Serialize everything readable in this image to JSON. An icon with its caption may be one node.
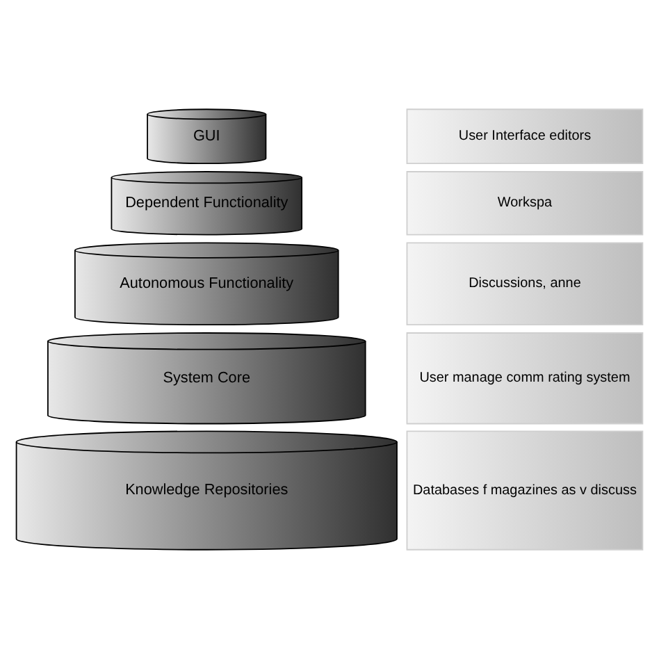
{
  "diagram": {
    "nodes": [
      {
        "text": [
          "GUI"
        ]
      },
      {
        "text": [
          "User Interface editors"
        ]
      },
      {
        "text": [
          "Dependent Functionality"
        ]
      },
      {
        "text": [
          "Workspa"
        ]
      },
      {
        "text": [
          "Autonomous Functionality"
        ]
      },
      {
        "text": [
          "Discussions, anne"
        ]
      },
      {
        "text": [
          "System Core"
        ]
      },
      {
        "text": [
          "User manage comm rating system"
        ]
      },
      {
        "text": [
          "Knowledge Repositories"
        ]
      },
      {
        "text": [
          "Databases f magazines as v discuss"
        ]
      }
    ],
    "edges": []
  }
}
